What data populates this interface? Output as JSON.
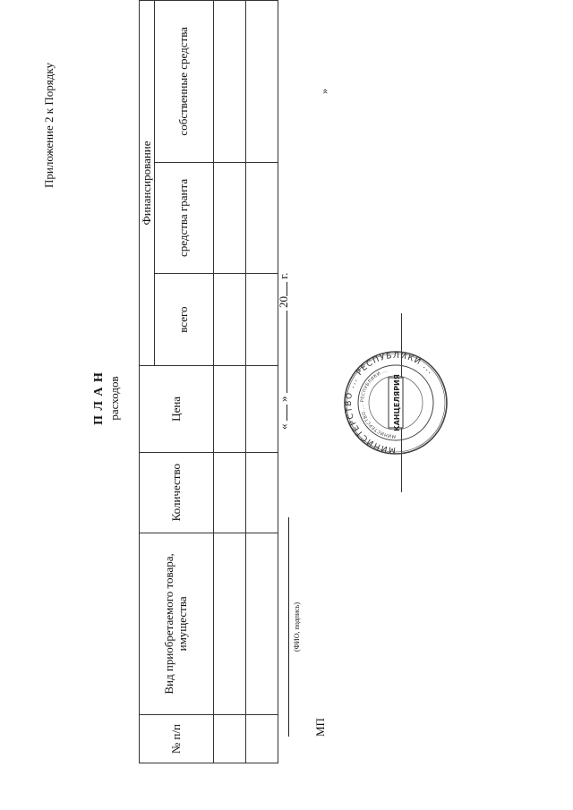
{
  "header": {
    "appendix": "Приложение 2 к Порядку"
  },
  "title": {
    "main": "П Л А Н",
    "sub": "расходов"
  },
  "table": {
    "columns": {
      "num": "№ п/п",
      "item": "Вид приобретаемого товара, имущества",
      "quantity": "Количество",
      "price": "Цена",
      "financing": "Финансирование",
      "total": "всего",
      "grant": "средства гранта",
      "own": "собственные средства"
    },
    "rows": [
      [
        "",
        "",
        "",
        "",
        "",
        "",
        ""
      ],
      [
        "",
        "",
        "",
        "",
        "",
        "",
        ""
      ]
    ]
  },
  "date_line": {
    "open_quote": "«",
    "close_quote": "»",
    "year_prefix": "20",
    "year_suffix": "г."
  },
  "signature": {
    "hint": "(ФИО, подпись)"
  },
  "stamp_label": "МП",
  "stray_mark": "»",
  "seal": {
    "outer_text": "МИНИСТЕРСТВО ... РЕСПУБЛИКИ ...",
    "inner_text": "КАНЦЕЛЯРИЯ"
  }
}
